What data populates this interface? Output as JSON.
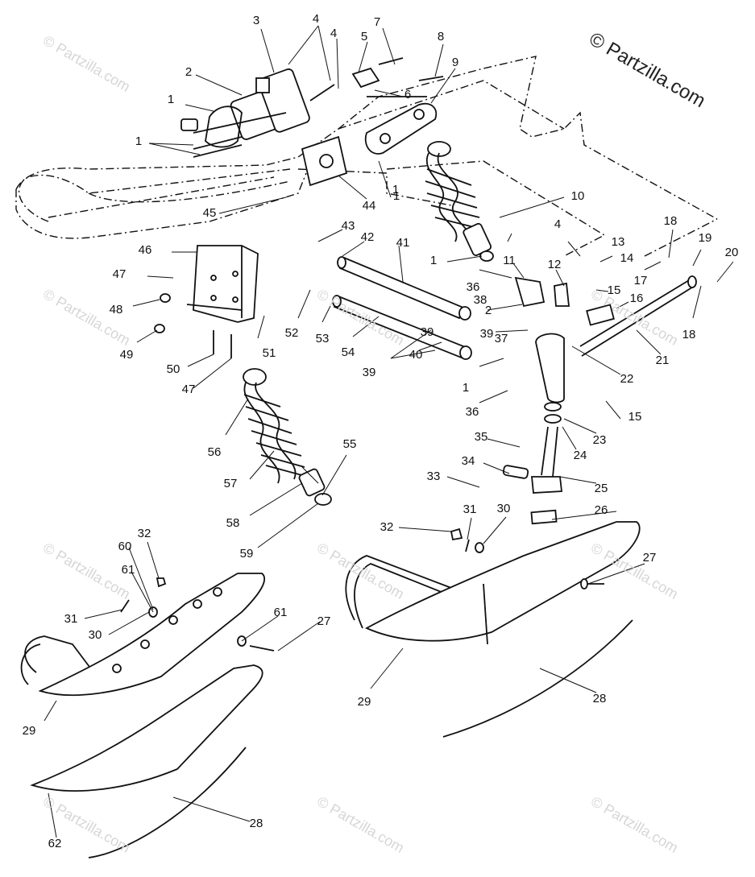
{
  "copyright": "© Partzilla.com",
  "watermark": "© Partzilla.com",
  "callouts": [
    {
      "n": "1"
    },
    {
      "n": "1"
    },
    {
      "n": "1"
    },
    {
      "n": "1"
    },
    {
      "n": "1"
    },
    {
      "n": "1"
    },
    {
      "n": "2"
    },
    {
      "n": "2"
    },
    {
      "n": "3"
    },
    {
      "n": "4"
    },
    {
      "n": "4"
    },
    {
      "n": "4"
    },
    {
      "n": "5"
    },
    {
      "n": "6"
    },
    {
      "n": "7"
    },
    {
      "n": "8"
    },
    {
      "n": "9"
    },
    {
      "n": "10"
    },
    {
      "n": "11"
    },
    {
      "n": "12"
    },
    {
      "n": "13"
    },
    {
      "n": "14"
    },
    {
      "n": "15"
    },
    {
      "n": "15"
    },
    {
      "n": "16"
    },
    {
      "n": "17"
    },
    {
      "n": "18"
    },
    {
      "n": "18"
    },
    {
      "n": "19"
    },
    {
      "n": "20"
    },
    {
      "n": "21"
    },
    {
      "n": "22"
    },
    {
      "n": "23"
    },
    {
      "n": "24"
    },
    {
      "n": "25"
    },
    {
      "n": "26"
    },
    {
      "n": "27"
    },
    {
      "n": "27"
    },
    {
      "n": "28"
    },
    {
      "n": "28"
    },
    {
      "n": "29"
    },
    {
      "n": "29"
    },
    {
      "n": "30"
    },
    {
      "n": "30"
    },
    {
      "n": "31"
    },
    {
      "n": "31"
    },
    {
      "n": "32"
    },
    {
      "n": "32"
    },
    {
      "n": "33"
    },
    {
      "n": "34"
    },
    {
      "n": "35"
    },
    {
      "n": "36"
    },
    {
      "n": "36"
    },
    {
      "n": "37"
    },
    {
      "n": "38"
    },
    {
      "n": "39"
    },
    {
      "n": "39"
    },
    {
      "n": "39"
    },
    {
      "n": "40"
    },
    {
      "n": "41"
    },
    {
      "n": "42"
    },
    {
      "n": "43"
    },
    {
      "n": "44"
    },
    {
      "n": "45"
    },
    {
      "n": "46"
    },
    {
      "n": "47"
    },
    {
      "n": "47"
    },
    {
      "n": "48"
    },
    {
      "n": "49"
    },
    {
      "n": "50"
    },
    {
      "n": "51"
    },
    {
      "n": "52"
    },
    {
      "n": "53"
    },
    {
      "n": "54"
    },
    {
      "n": "55"
    },
    {
      "n": "56"
    },
    {
      "n": "57"
    },
    {
      "n": "58"
    },
    {
      "n": "59"
    },
    {
      "n": "60"
    },
    {
      "n": "61"
    },
    {
      "n": "61"
    },
    {
      "n": "62"
    }
  ]
}
